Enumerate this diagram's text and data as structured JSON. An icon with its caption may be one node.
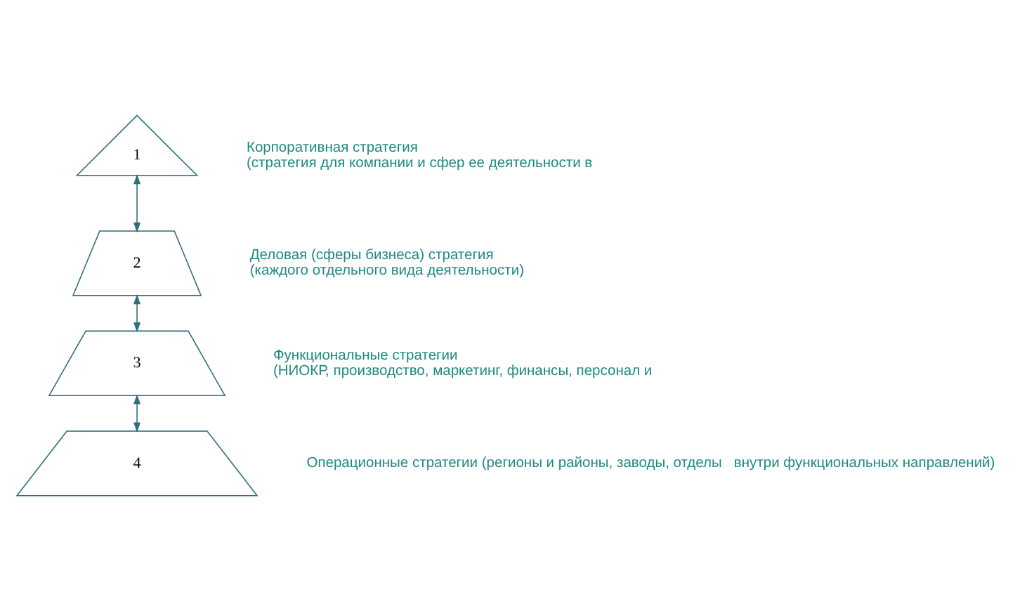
{
  "diagram": {
    "nodes": [
      {
        "text": [
          "1"
        ],
        "beside": [
          "Корпоративная стратегия",
          "(стратегия для компании и сфер ее деятельности в"
        ]
      },
      {
        "text": [
          "2"
        ],
        "beside": [
          "Деловая (сферы бизнеса) стратегия",
          "(каждого отдельного вида деятельности)"
        ]
      },
      {
        "text": [
          "3"
        ],
        "beside": [
          "Функциональные стратегии",
          "(НИОКР, производство, маркетинг, финансы, персонал и"
        ]
      },
      {
        "text": [
          "4"
        ],
        "beside": [
          "Операционные стратегии (регионы и районы, заводы, отделы   внутри функциональных направлений)"
        ]
      }
    ],
    "edges": [
      {
        "from": 0,
        "to": 1,
        "arrow": "both"
      },
      {
        "from": 1,
        "to": 2,
        "arrow": "both"
      },
      {
        "from": 2,
        "to": 3,
        "arrow": "both"
      }
    ]
  }
}
